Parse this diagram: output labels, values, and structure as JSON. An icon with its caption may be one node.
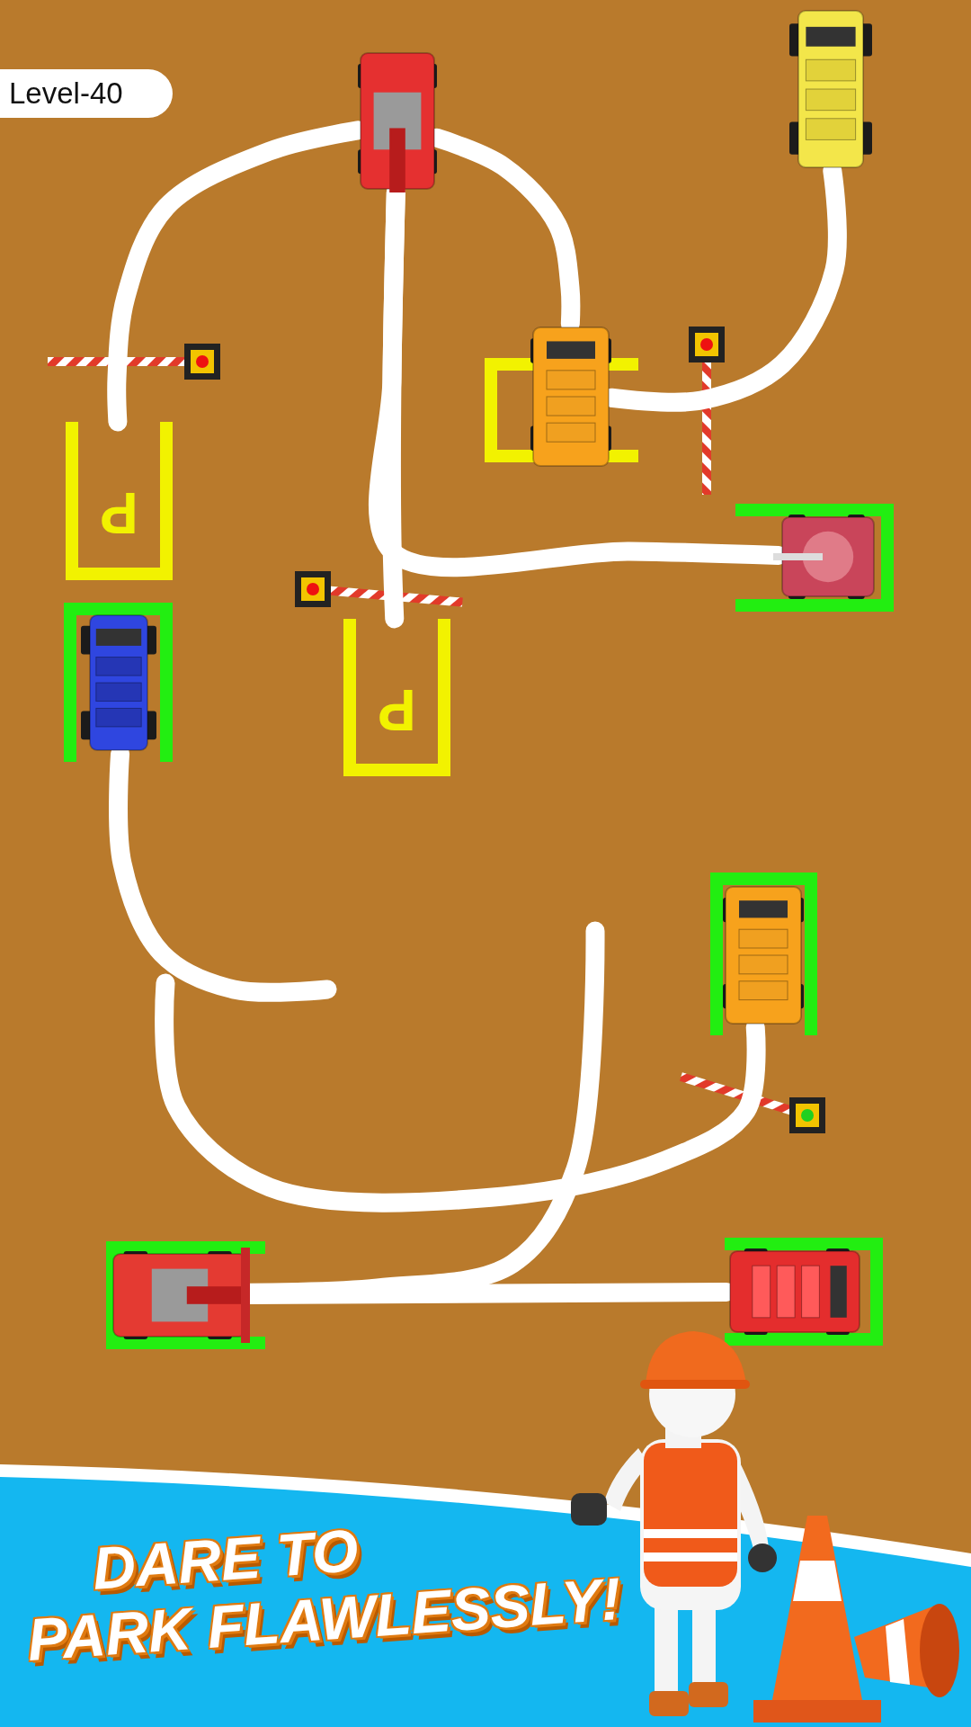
{
  "diagram": {
    "title": "DARE TO PARK FLAWLESSLY!",
    "nodes": [
      {
        "text": [],
        "shape": "picture"
      },
      {
        "text": [],
        "shape": "picture"
      },
      {
        "text": [
          "P"
        ]
      },
      {
        "text": [],
        "shape": "box"
      },
      {
        "text": [],
        "shape": "picture"
      },
      {
        "text": [
          "P"
        ]
      },
      {
        "text": [],
        "shape": "box"
      },
      {
        "text": [],
        "shape": "picture",
        "in": 6
      },
      {
        "text": [],
        "shape": "box"
      },
      {
        "text": [],
        "shape": "picture",
        "in": 8
      },
      {
        "text": [],
        "shape": "box"
      },
      {
        "text": [],
        "shape": "picture",
        "in": 10
      },
      {
        "text": [],
        "shape": "box"
      },
      {
        "text": [],
        "shape": "picture",
        "in": 12
      },
      {
        "text": [],
        "shape": "box"
      },
      {
        "text": [],
        "shape": "picture",
        "in": 14
      }
    ],
    "edges": [
      {
        "from": 0,
        "to": 2,
        "arrow": "none"
      },
      {
        "from": 0,
        "to": 4,
        "arrow": "none"
      },
      {
        "from": 0,
        "to": 5,
        "arrow": "none"
      },
      {
        "from": 0,
        "to": 7,
        "arrow": "none"
      },
      {
        "from": 1,
        "to": 4,
        "arrow": "none"
      },
      {
        "from": 9,
        "to": null,
        "arrow": "none"
      },
      {
        "from": 11,
        "to": null,
        "arrow": "none"
      },
      {
        "from": 13,
        "to": null,
        "arrow": "none"
      },
      {
        "from": 13,
        "to": 15,
        "arrow": "none"
      }
    ],
    "labels": [
      "Level-40"
    ]
  }
}
